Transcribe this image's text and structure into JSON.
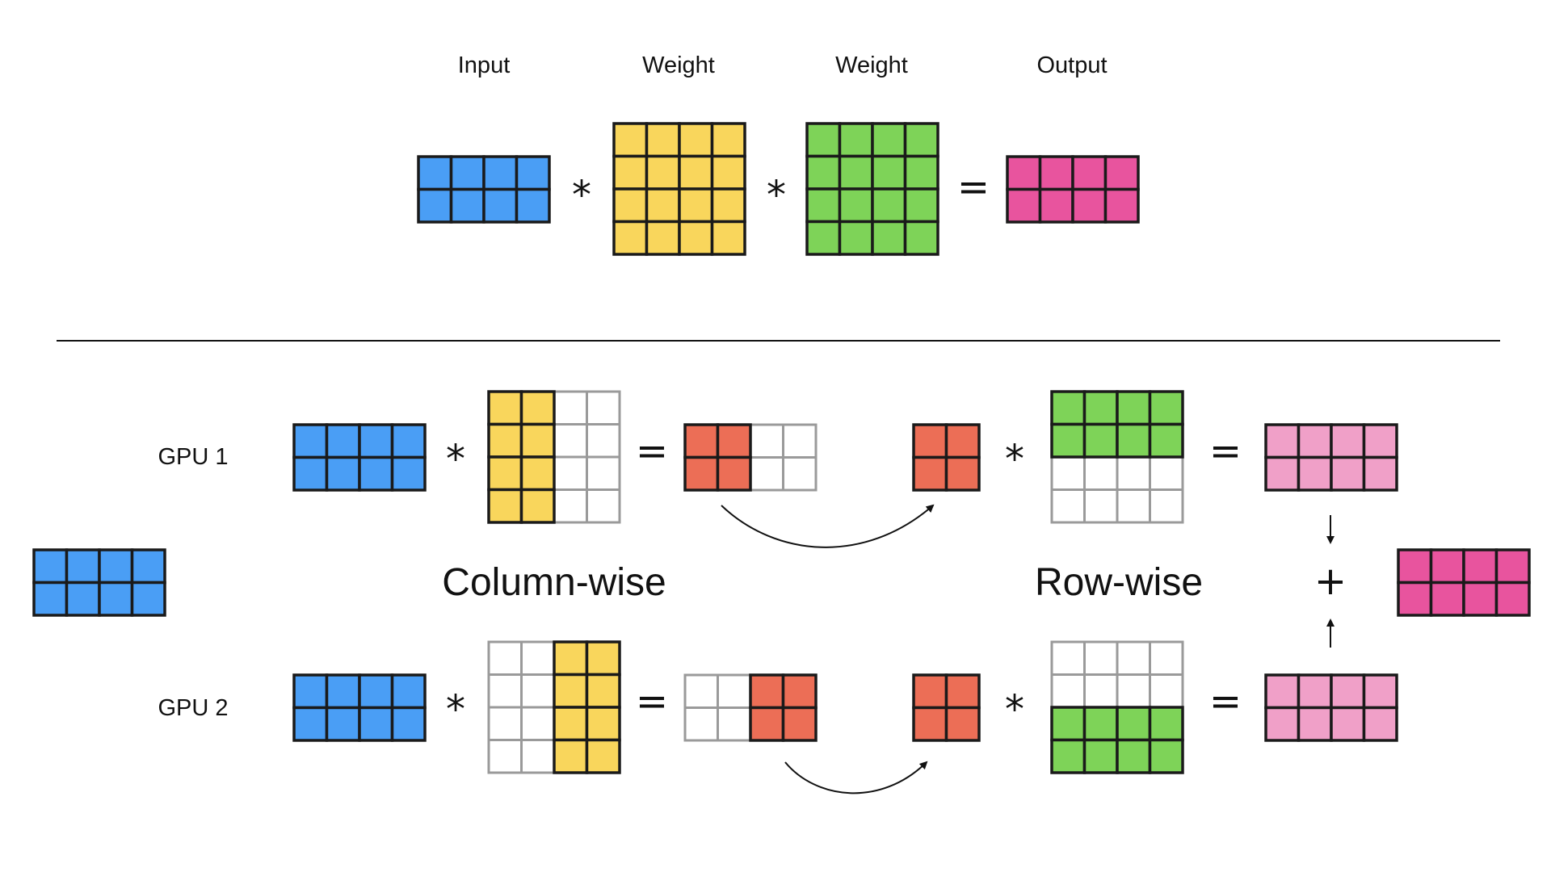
{
  "colors": {
    "input": "#4a9ef5",
    "weight1": "#f9d65c",
    "weight2": "#7ed358",
    "output": "#e8549e",
    "partial_output": "#f0a0c8",
    "intermediate": "#ec6e56",
    "empty": "#ffffff",
    "border": "#1a1a1a",
    "empty_border": "#9a9a9a"
  },
  "top": {
    "labels": {
      "input": "Input",
      "weight1": "Weight",
      "weight2": "Weight",
      "output": "Output"
    },
    "ops": {
      "mul1": "*",
      "mul2": "*",
      "eq": "="
    }
  },
  "gpu1": {
    "label": "GPU 1",
    "ops": {
      "mul1": "*",
      "eq1": "=",
      "mul2": "*",
      "eq2": "="
    }
  },
  "gpu2": {
    "label": "GPU 2",
    "ops": {
      "mul1": "*",
      "eq1": "=",
      "mul2": "*",
      "eq2": "="
    }
  },
  "middle": {
    "column_wise": "Column-wise",
    "row_wise": "Row-wise",
    "plus": "+"
  }
}
